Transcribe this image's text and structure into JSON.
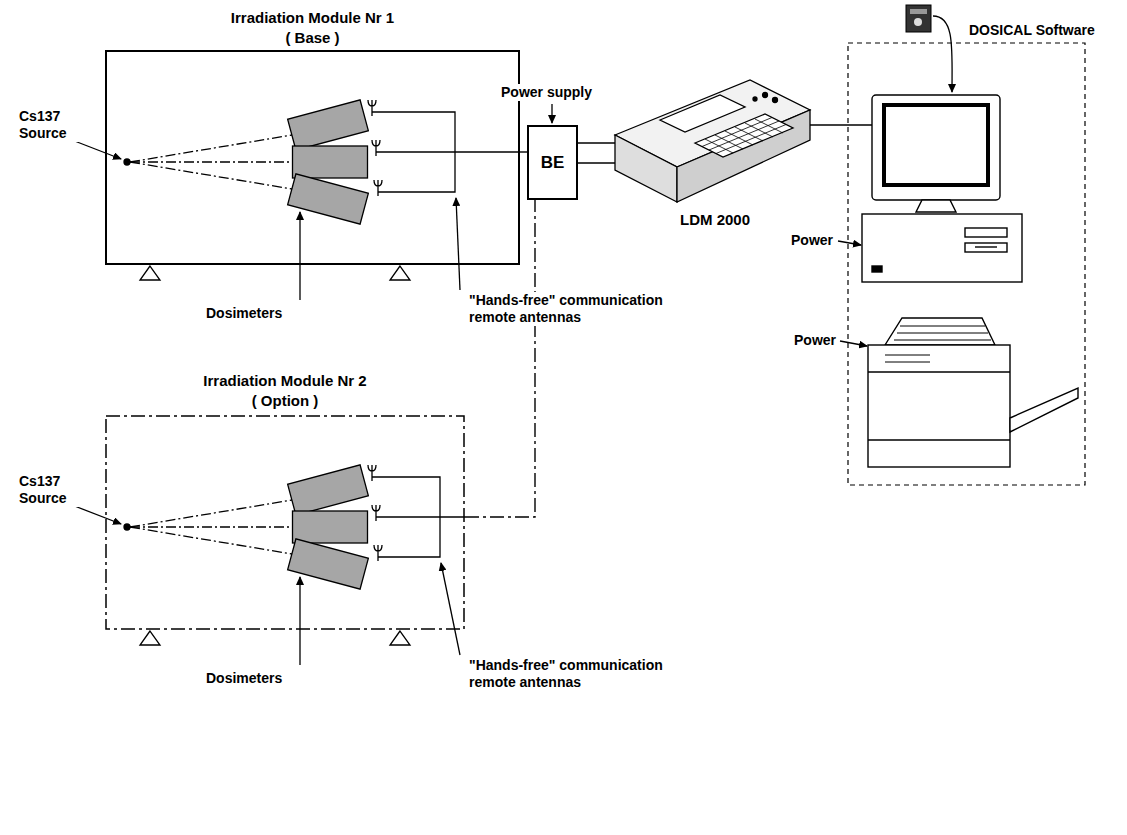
{
  "diagram": {
    "nodes": [
      {
        "text": [
          "Irradiation Module Nr 1",
          "( Base )"
        ]
      },
      {
        "text": [
          "BE"
        ]
      },
      {
        "text": [
          "LDM 2000"
        ]
      },
      {
        "text": [
          "Irradiation Module Nr 2",
          "( Option )"
        ]
      }
    ],
    "edges": [
      {
        "from": 0,
        "to": 1,
        "arrow": "none"
      },
      {
        "from": 1,
        "to": 2,
        "arrow": "none"
      },
      {
        "from": 1,
        "to": 2,
        "arrow": "none"
      },
      {
        "from": 3,
        "to": 1,
        "arrow": "none"
      }
    ],
    "labels": [
      "Cs137 Source",
      "Dosimeters",
      "\"Hands-free\" communication remote antennas",
      "Power supply",
      "DOSICAL Software",
      "Power",
      "Power",
      "Cs137 Source",
      "Dosimeters",
      "\"Hands-free\" communication remote antennas"
    ]
  }
}
